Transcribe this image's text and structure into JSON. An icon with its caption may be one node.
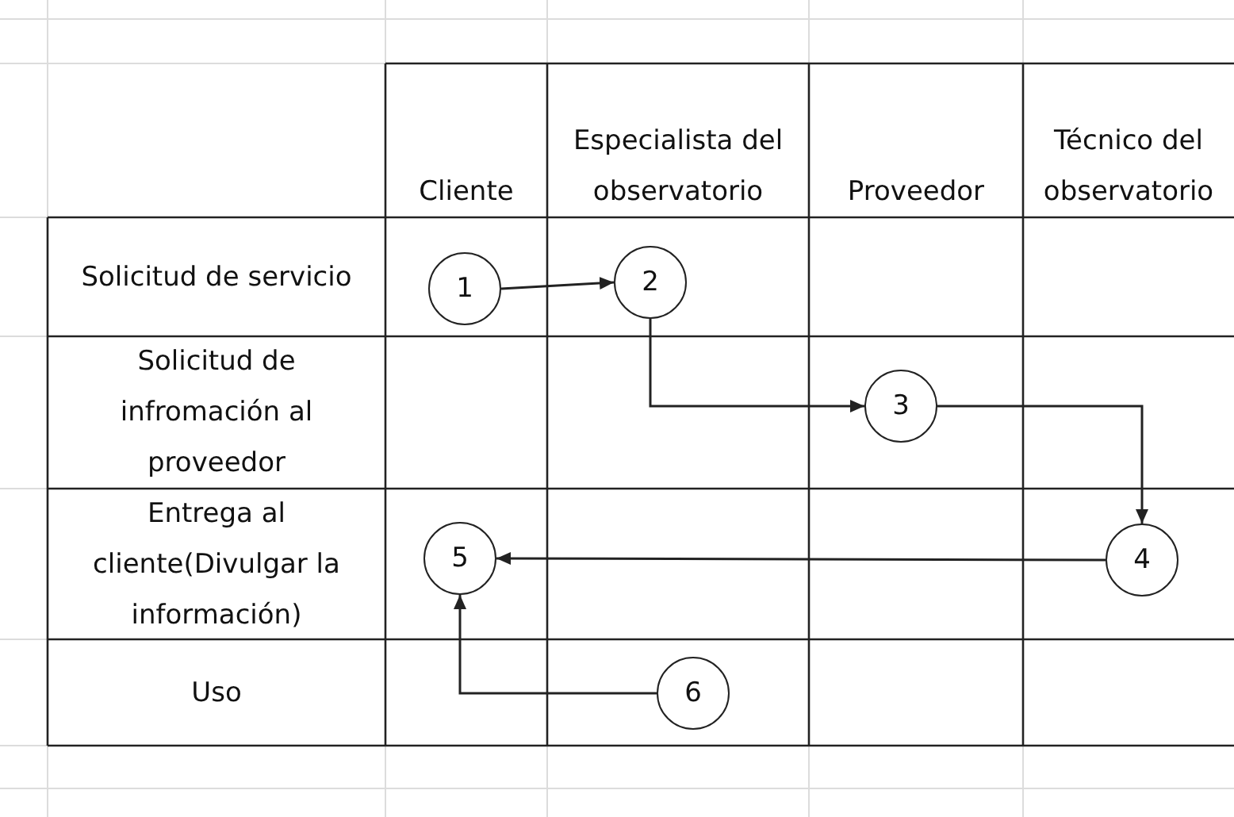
{
  "diagram": {
    "nodes": [
      {
        "text": [
          "1"
        ]
      },
      {
        "text": [
          "2"
        ]
      },
      {
        "text": [
          "3"
        ]
      },
      {
        "text": [
          "4"
        ]
      },
      {
        "text": [
          "5"
        ]
      },
      {
        "text": [
          "6"
        ]
      }
    ],
    "edges": [
      {
        "from": 0,
        "to": 1,
        "arrow": "to"
      },
      {
        "from": 1,
        "to": 2,
        "arrow": "to"
      },
      {
        "from": 2,
        "to": 3,
        "arrow": "to"
      },
      {
        "from": 3,
        "to": 4,
        "arrow": "to"
      },
      {
        "from": 5,
        "to": 4,
        "arrow": "to"
      }
    ],
    "labels": [
      "Cliente",
      "Especialista del observatorio",
      "Proveedor",
      "Técnico del observatorio",
      "Solicitud de servicio",
      "Solicitud de infromación al proveedor",
      "Entrega al cliente(Divulgar la información)",
      "Uso"
    ]
  }
}
